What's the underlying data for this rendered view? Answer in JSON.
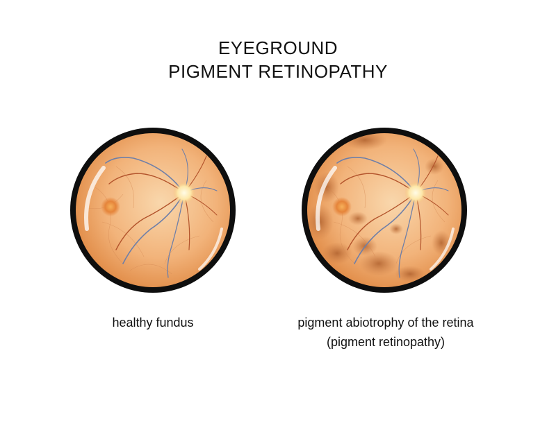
{
  "title": {
    "line1": "EYEGROUND",
    "line2": "PIGMENT  RETINOPATHY"
  },
  "panels": {
    "left": {
      "caption": "healthy fundus"
    },
    "right": {
      "caption_line1": "pigment abiotrophy of the retina",
      "caption_line2": "(pigment retinopathy)"
    }
  },
  "colors": {
    "rim": "#0e0e0e",
    "fundus_center": "#f7cfa0",
    "fundus_edge": "#e08a45",
    "optic_disc": "#fff3c8",
    "macula": "#e07a30",
    "vessel_artery": "#b3542c",
    "vessel_vein": "#6e7fa8",
    "pigment": "#b86a3a"
  }
}
